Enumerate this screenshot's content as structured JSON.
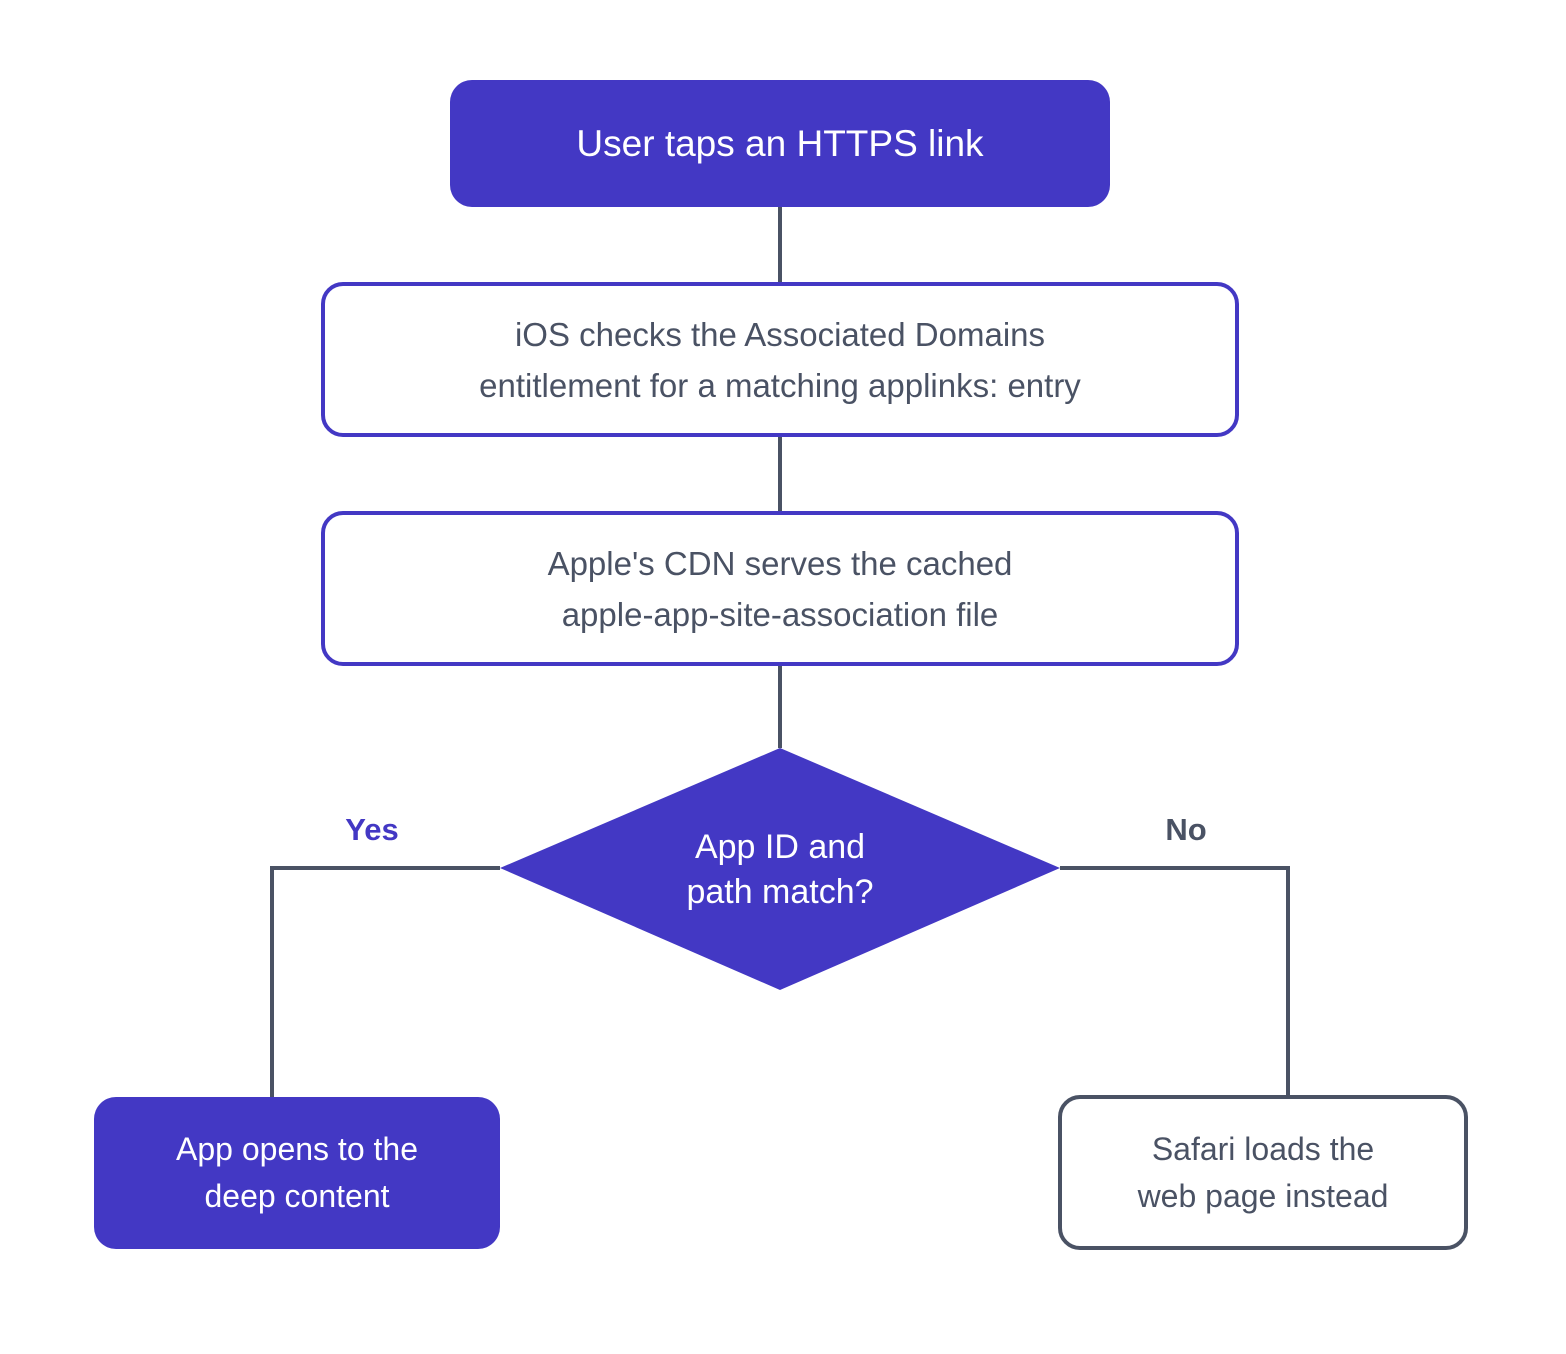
{
  "colors": {
    "accent": "#4338c4",
    "connector": "#4a5264",
    "text_dark": "#4a5264",
    "text_light": "#ffffff",
    "background": "#ffffff"
  },
  "nodes": {
    "start": {
      "label": "User taps an HTTPS link"
    },
    "check_entitlement": {
      "label": "iOS checks the Associated Domains\nentitlement for a matching applinks: entry"
    },
    "cdn_serves": {
      "label": "Apple's CDN serves the cached\napple-app-site-association file"
    },
    "decision": {
      "label": "App ID and\npath match?"
    },
    "yes_result": {
      "label": "App opens to the\ndeep content"
    },
    "no_result": {
      "label": "Safari loads the\nweb page instead"
    }
  },
  "branches": {
    "yes": "Yes",
    "no": "No"
  }
}
